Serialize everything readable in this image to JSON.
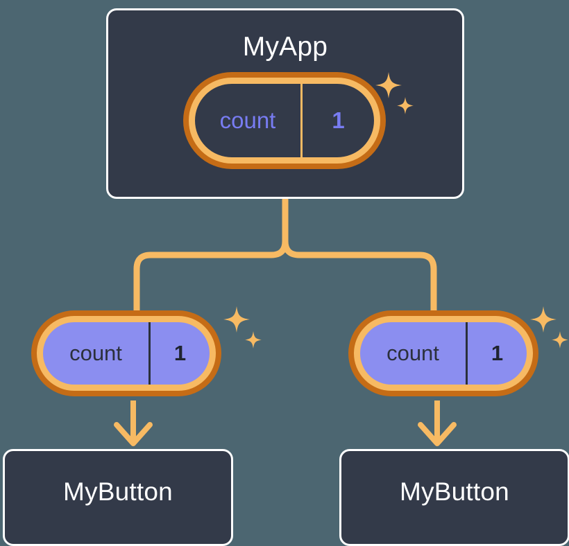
{
  "diagram": {
    "title": "react-state-propagation-tree",
    "background_color": "#4c6671",
    "palette": {
      "card_bg": "#333a49",
      "card_border": "#ffffff",
      "ring_inner": "#f7ba63",
      "ring_outer": "#c56c16",
      "pill_fill": "#8b8ef0",
      "connector": "#f7ba63",
      "parent_state_text": "#787cf2",
      "child_state_text": "#2b303c"
    }
  },
  "nodes": {
    "parent": {
      "label": "MyApp",
      "state": {
        "key": "count",
        "value": "1"
      },
      "sparkles": 2
    },
    "children": [
      {
        "label": "MyButton",
        "state": {
          "key": "count",
          "value": "1"
        },
        "sparkles": 2
      },
      {
        "label": "MyButton",
        "state": {
          "key": "count",
          "value": "1"
        },
        "sparkles": 2
      }
    ]
  },
  "connectors": [
    {
      "name": "parent-to-children-tree",
      "from": "MyApp",
      "to": [
        "MyButton (left)",
        "MyButton (right)"
      ],
      "style": "rounded-branch",
      "arrowhead": false
    },
    {
      "name": "left-state-to-button",
      "from": "count pill (left)",
      "to": "MyButton (left)",
      "style": "straight",
      "arrowhead": true
    },
    {
      "name": "right-state-to-button",
      "from": "count pill (right)",
      "to": "MyButton (right)",
      "style": "straight",
      "arrowhead": true
    }
  ]
}
